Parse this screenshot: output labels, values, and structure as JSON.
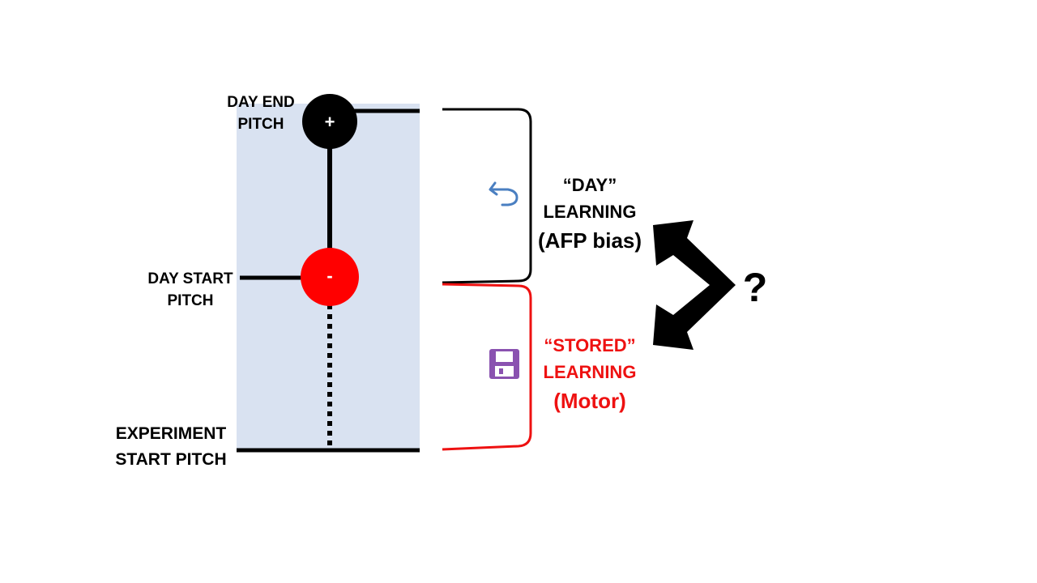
{
  "labels": {
    "day_end_pitch": [
      "DAY END",
      "PITCH"
    ],
    "day_start_pitch": [
      "DAY START",
      "PITCH"
    ],
    "experiment_start_pitch": [
      "EXPERIMENT",
      "START PITCH"
    ]
  },
  "markers": {
    "plus": "+",
    "minus": "-"
  },
  "day_learning": {
    "line1": "“DAY”",
    "line2": "LEARNING",
    "line3": "(AFP bias)",
    "icon": "undo-arrow-icon",
    "color": "#000000"
  },
  "stored_learning": {
    "line1": "“STORED”",
    "line2": "LEARNING",
    "line3": "(Motor)",
    "icon": "floppy-disk-icon",
    "color": "#ee1111"
  },
  "question_mark": "?",
  "colors": {
    "panel": "#d9e2f1",
    "plus_circle": "#000000",
    "minus_circle": "#ff0000",
    "undo_icon": "#4a7fc1",
    "save_icon": "#8a52b0"
  }
}
